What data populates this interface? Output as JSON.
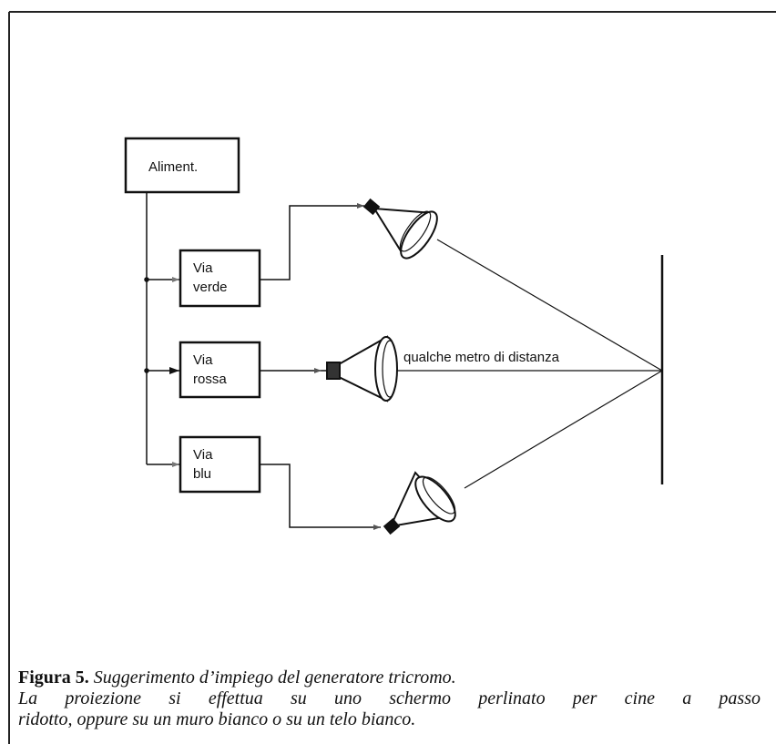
{
  "diagram": {
    "power_supply": "Aliment.",
    "green_channel": [
      "Via",
      "verde"
    ],
    "red_channel": [
      "Via",
      "rossa"
    ],
    "blue_channel": [
      "Via",
      "blu"
    ],
    "distance_label": "qualche metro di distanza"
  },
  "caption": {
    "figure_label": "Figura 5.",
    "line1": "Suggerimento d’impiego del generatore tricromo.",
    "line2": "La proiezione si effettua su uno schermo perlinato per cine a passo",
    "line3": "ridotto, oppure su un muro bianco o su un telo bianco."
  }
}
